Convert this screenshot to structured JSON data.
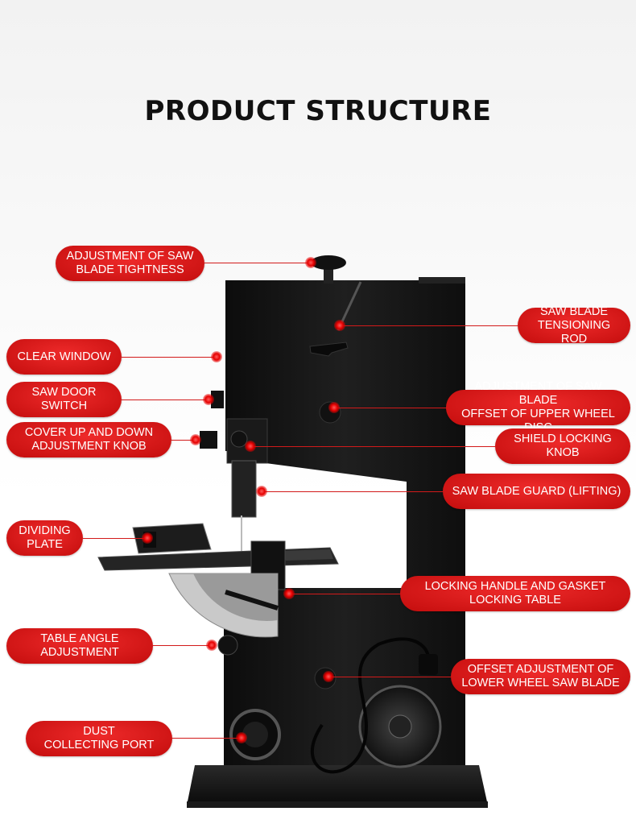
{
  "title": "PRODUCT STRUCTURE",
  "labels": {
    "blade_tightness": "ADJUSTMENT OF SAW\nBLADE TIGHTNESS",
    "clear_window": "CLEAR WINDOW",
    "door_switch": "SAW DOOR\nSWITCH",
    "cover_knob": "COVER UP AND DOWN\nADJUSTMENT KNOB",
    "dividing_plate": "DIVIDING\nPLATE",
    "table_angle": "TABLE ANGLE\nADJUSTMENT",
    "dust_port": "DUST\nCOLLECTING PORT",
    "tensioning_rod": "SAW BLADE\nTENSIONING ROD",
    "upper_wheel": "ADJUSTMENT OF SAW BLADE\nOFFSET OF UPPER WHEEL DISC",
    "shield_knob": "SHIELD LOCKING\nKNOB",
    "blade_guard": "SAW BLADE GUARD (LIFTING)",
    "locking_handle": "LOCKING HANDLE AND GASKET\nLOCKING TABLE",
    "lower_wheel": "OFFSET ADJUSTMENT OF\nLOWER WHEEL SAW BLADE"
  },
  "colors": {
    "accent": "#d21a1a",
    "machine_body": "#151515",
    "table_top": "#2a2a2a"
  }
}
